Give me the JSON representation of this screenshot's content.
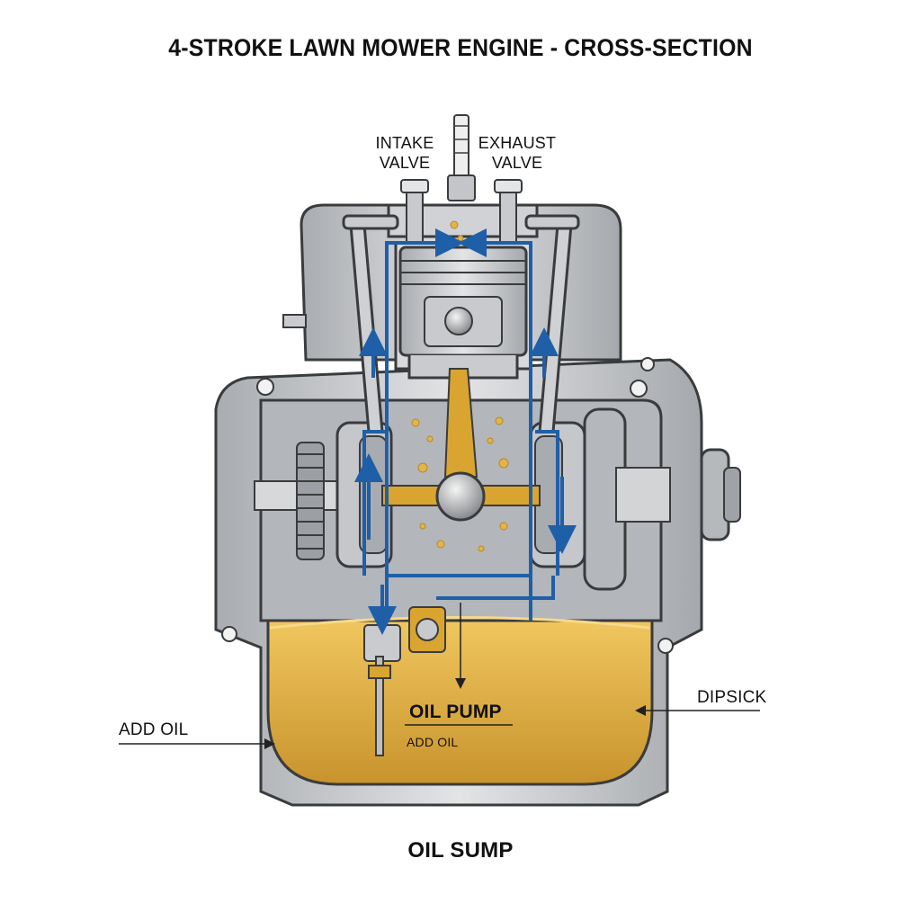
{
  "title": "4-STROKE LAWN MOWER ENGINE - CROSS-SECTION",
  "labels": {
    "intake_valve": "INTAKE\nVALVE",
    "exhaust_valve": "EXHAUST\nVALVE",
    "oil_pump": "OIL PUMP",
    "add_oil_inner": "ADD OIL",
    "add_oil_outer": "ADD OIL",
    "dipstick": "DIPSICK",
    "oil_sump": "OIL SUMP"
  },
  "colors": {
    "casing": "#c9cbce",
    "casing_dark": "#8d9094",
    "oil": "#e2b44a",
    "oil_flow": "#1f5fa8",
    "rod": "#d9a530",
    "outline": "#3a3b3d"
  }
}
